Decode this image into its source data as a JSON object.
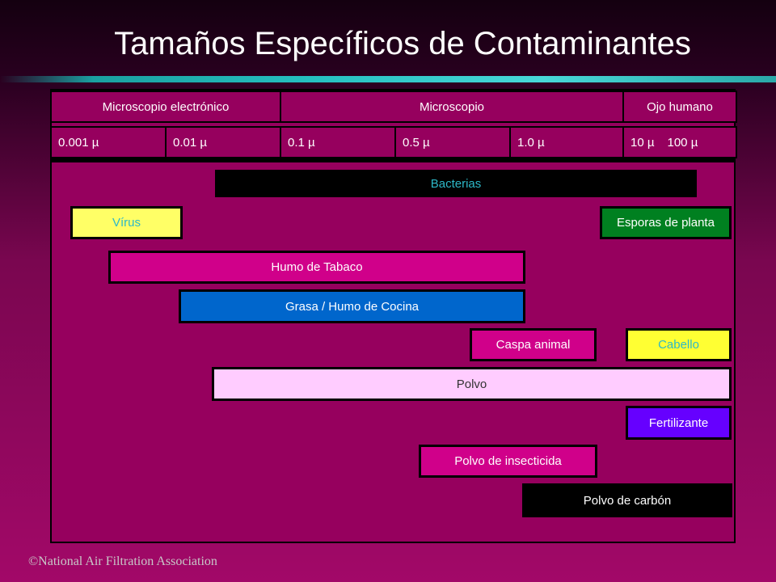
{
  "title": "Tamaños Específicos de Contaminantes",
  "header": {
    "groups": [
      "Microscopio electrónico",
      "Microscopio",
      "Ojo humano"
    ],
    "sizes": [
      "0.001 µ",
      "0.01 µ",
      "0.1 µ",
      "0.5 µ",
      "1.0 µ",
      "10 µ",
      "100 µ"
    ]
  },
  "contaminants": [
    {
      "label": "Bacterias",
      "color": "#000000",
      "text_color": "#2db8c8"
    },
    {
      "label": "Vírus",
      "color": "#ffff66",
      "text_color": "#2db8c8"
    },
    {
      "label": "Esporas de planta",
      "color": "#008020",
      "text_color": "#ffffff"
    },
    {
      "label": "Humo de Tabaco",
      "color": "#d0008a",
      "text_color": "#ffffff"
    },
    {
      "label": "Grasa / Humo de Cocina",
      "color": "#0066cc",
      "text_color": "#ffffff"
    },
    {
      "label": "Caspa animal",
      "color": "#d0008a",
      "text_color": "#ffffff"
    },
    {
      "label": "Cabello",
      "color": "#ffff33",
      "text_color": "#2db8c8"
    },
    {
      "label": "Polvo",
      "color": "#ffccff",
      "text_color": "#333333"
    },
    {
      "label": "Fertilizante",
      "color": "#6600ff",
      "text_color": "#ffffff"
    },
    {
      "label": "Polvo de insecticida",
      "color": "#d0008a",
      "text_color": "#ffffff"
    },
    {
      "label": "Polvo de carbón",
      "color": "#000000",
      "text_color": "#ffffff"
    }
  ],
  "footer": "©National Air Filtration Association"
}
